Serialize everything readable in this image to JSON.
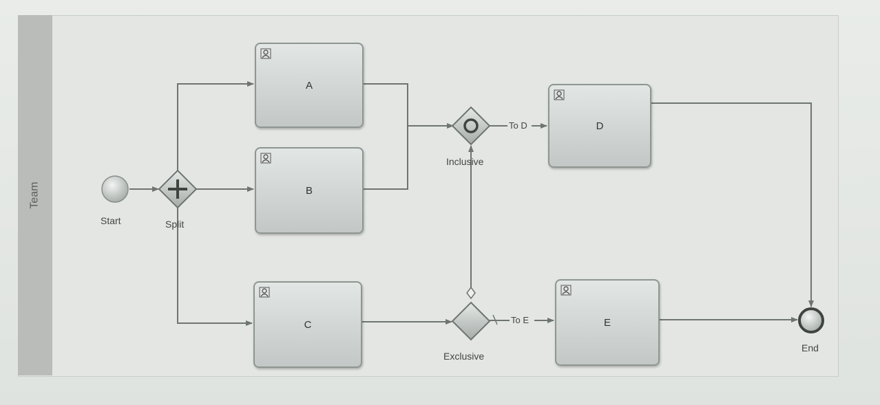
{
  "lane": {
    "label": "Team"
  },
  "events": {
    "start": {
      "label": "Start"
    },
    "end": {
      "label": "End"
    }
  },
  "gateways": {
    "split": {
      "label": "Split"
    },
    "inclusive": {
      "label": "Inclusive"
    },
    "exclusive": {
      "label": "Exclusive"
    }
  },
  "tasks": {
    "a": {
      "label": "A"
    },
    "b": {
      "label": "B"
    },
    "c": {
      "label": "C"
    },
    "d": {
      "label": "D"
    },
    "e": {
      "label": "E"
    }
  },
  "flows": {
    "to_d": {
      "label": "To D"
    },
    "to_e": {
      "label": "To E"
    }
  },
  "icons": {
    "task": "user-task-icon"
  },
  "colors": {
    "line": "#6e7470",
    "task_top": "#e2e6e4",
    "task_bottom": "#c3c8c6",
    "lane_header": "#b9bcb8"
  }
}
